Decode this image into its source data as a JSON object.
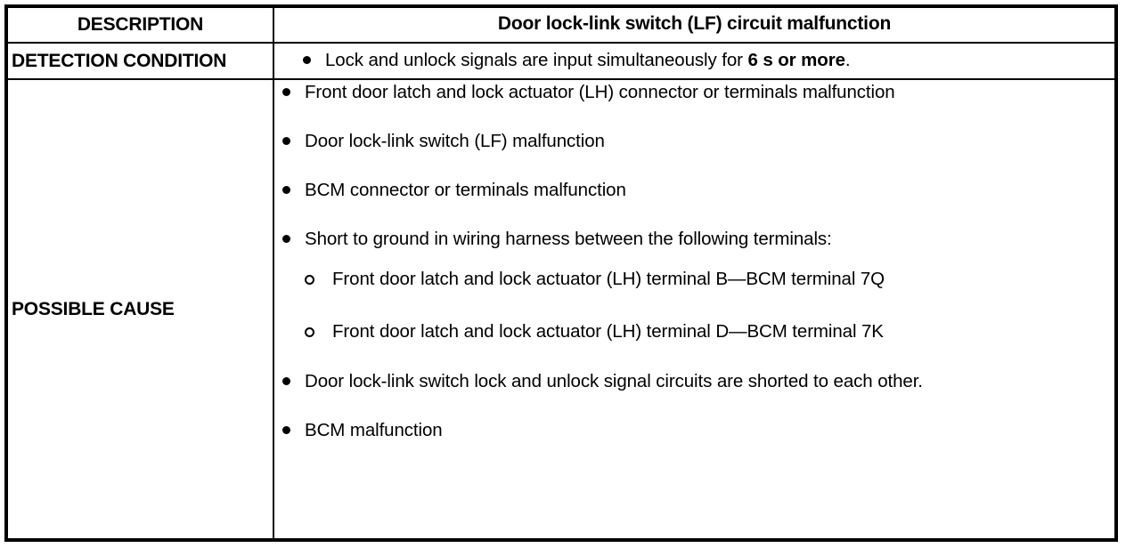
{
  "table": {
    "rows": {
      "description": {
        "label": "DESCRIPTION",
        "title": "Door lock-link switch (LF) circuit malfunction"
      },
      "detection_condition": {
        "label": "DETECTION CONDITION",
        "text_before": "Lock and unlock signals are input simultaneously for ",
        "text_bold": "6 s or more",
        "text_after": "."
      },
      "possible_cause": {
        "label": "POSSIBLE CAUSE",
        "items": [
          {
            "text": "Front door latch and lock actuator (LH) connector or terminals malfunction"
          },
          {
            "text": "Door lock-link switch (LF) malfunction"
          },
          {
            "text": "BCM connector or terminals malfunction"
          },
          {
            "text": "Short to ground in wiring harness between the following terminals:",
            "subitems": [
              {
                "text": "Front door latch and lock actuator (LH) terminal B—BCM terminal 7Q"
              },
              {
                "text": "Front door latch and lock actuator (LH) terminal D—BCM terminal 7K"
              }
            ]
          },
          {
            "text": "Door lock-link switch lock and unlock signal circuits are shorted to each other."
          },
          {
            "text": "BCM malfunction"
          }
        ]
      }
    }
  }
}
